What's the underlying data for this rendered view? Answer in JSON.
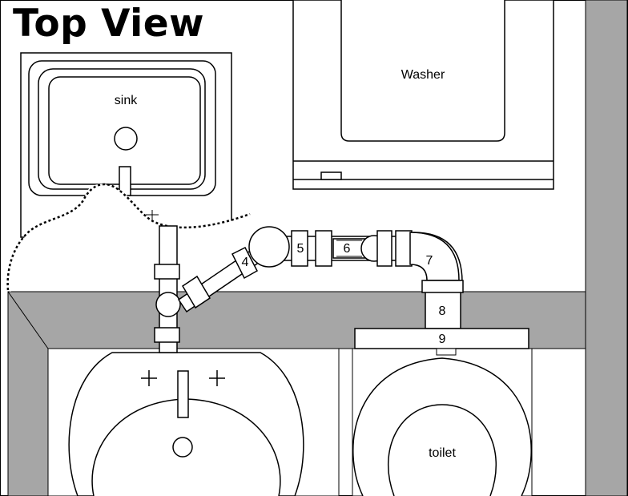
{
  "title": "Top View",
  "labels": {
    "sink": "sink",
    "washer": "Washer",
    "toilet": "toilet"
  },
  "part_numbers": [
    "4",
    "5",
    "6",
    "7",
    "8",
    "9"
  ],
  "colors": {
    "wall": "#a6a6a6",
    "outline": "#000000",
    "fill": "#ffffff"
  }
}
